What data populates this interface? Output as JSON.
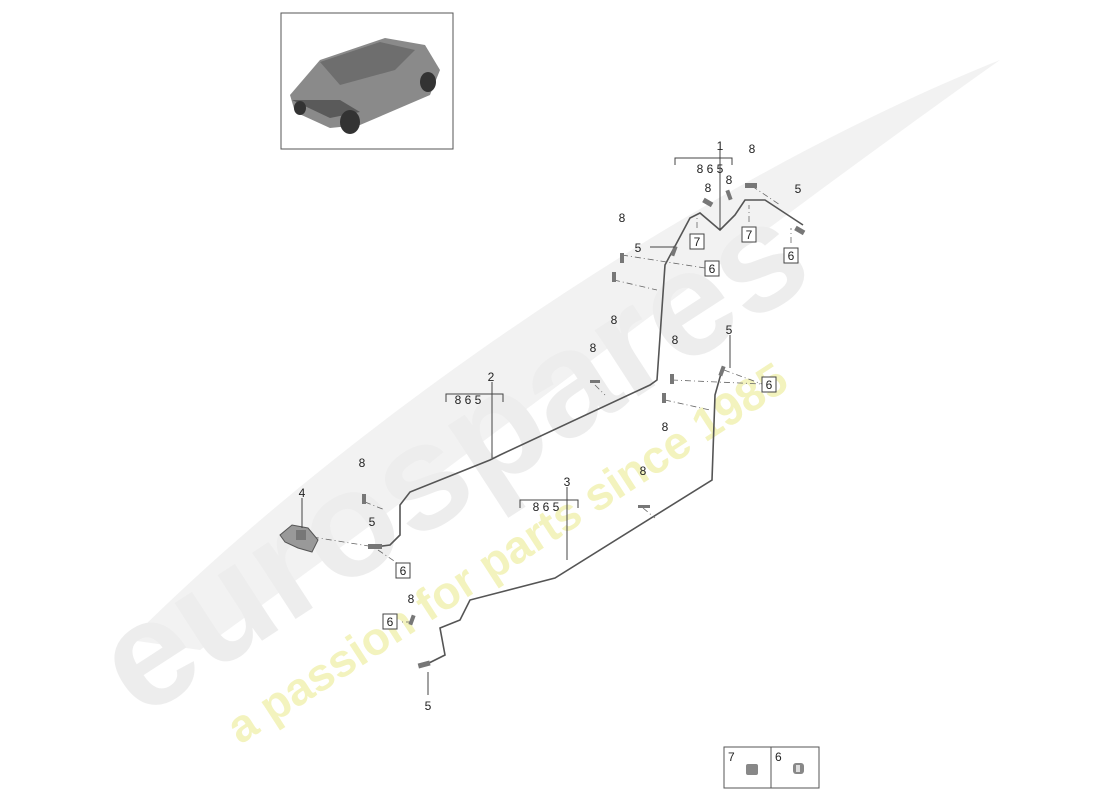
{
  "watermark": {
    "brand": "eurospares",
    "tagline": "a passion for parts since 1985"
  },
  "labels": [
    "1",
    "8 6 5",
    "8",
    "8",
    "8",
    "5",
    "7",
    "7",
    "6",
    "8",
    "5",
    "6",
    "8",
    "2",
    "8 6 5",
    "8",
    "8",
    "5",
    "6",
    "8",
    "8",
    "4",
    "5",
    "6",
    "3",
    "8 6 5",
    "8",
    "8",
    "6",
    "5"
  ],
  "legend": {
    "items": [
      {
        "number": "7",
        "icon": "clip-icon"
      },
      {
        "number": "6",
        "icon": "grommet-icon"
      }
    ]
  },
  "colors": {
    "pipe": "#555555",
    "text": "#222222",
    "watermark": "#e6e6e6",
    "tagline": "#f0f0b0"
  }
}
